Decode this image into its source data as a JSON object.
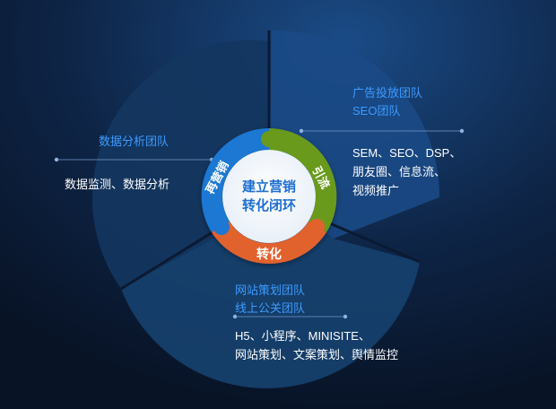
{
  "center": {
    "line1": "建立营销",
    "line2": "转化闭环"
  },
  "ring": {
    "left": "再营销",
    "right": "引流",
    "bottom": "转化"
  },
  "segments": {
    "top_right": {
      "team_lines": [
        "广告投放团队",
        "SEO团队"
      ],
      "desc_lines": [
        "SEM、SEO、DSP、",
        "朋友圈、信息流、",
        "视频推广"
      ]
    },
    "left": {
      "team_lines": [
        "数据分析团队"
      ],
      "desc_lines": [
        "数据监测、数据分析"
      ]
    },
    "bottom": {
      "team_lines": [
        "网站策划团队",
        "线上公关团队"
      ],
      "desc_lines": [
        "H5、小程序、MINISITE、",
        "网站策划、文案策划、舆情监控"
      ]
    }
  },
  "colors": {
    "background": "#0b1a33",
    "ring_blue": "#1e78d2",
    "ring_green": "#6a9a1f",
    "ring_orange": "#e2622f",
    "team_text": "#3d9bff",
    "desc_text": "#ffffff"
  }
}
